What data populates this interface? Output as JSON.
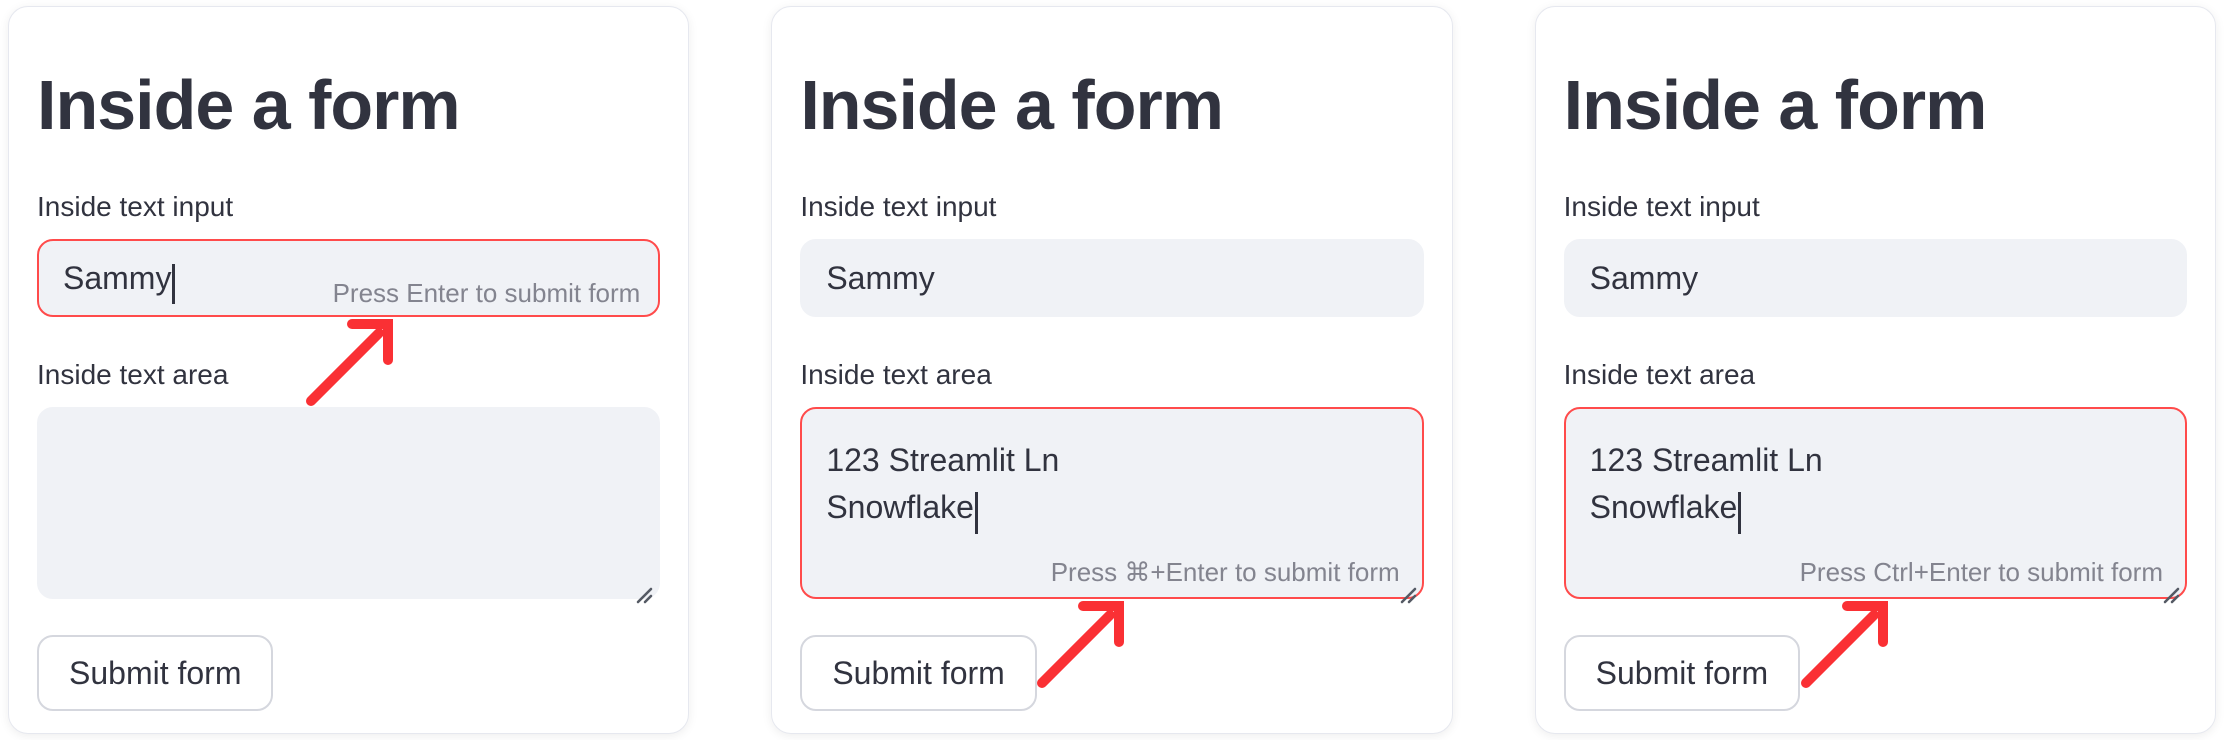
{
  "colors": {
    "accent_red": "#ff4b4b",
    "arrow_red": "#fa3034",
    "text_dark": "#31333f",
    "hint_gray": "#83848f",
    "input_bg": "#f0f2f6",
    "button_border": "#d5d7de",
    "card_border": "#e6e8ef"
  },
  "cards": [
    {
      "title": "Inside a form",
      "text_input": {
        "label": "Inside text input",
        "value": "Sammy",
        "focused": true,
        "hint": "Press Enter to submit form"
      },
      "text_area": {
        "label": "Inside text area",
        "value_lines": [
          "",
          ""
        ],
        "focused": false,
        "hint": ""
      },
      "submit_label": "Submit form"
    },
    {
      "title": "Inside a form",
      "text_input": {
        "label": "Inside text input",
        "value": "Sammy",
        "focused": false,
        "hint": ""
      },
      "text_area": {
        "label": "Inside text area",
        "value_lines": [
          "123 Streamlit Ln",
          "Snowflake"
        ],
        "focused": true,
        "hint": "Press ⌘+Enter to submit form"
      },
      "submit_label": "Submit form"
    },
    {
      "title": "Inside a form",
      "text_input": {
        "label": "Inside text input",
        "value": "Sammy",
        "focused": false,
        "hint": ""
      },
      "text_area": {
        "label": "Inside text area",
        "value_lines": [
          "123 Streamlit Ln",
          "Snowflake"
        ],
        "focused": true,
        "hint": "Press Ctrl+Enter to submit form"
      },
      "submit_label": "Submit form"
    }
  ]
}
